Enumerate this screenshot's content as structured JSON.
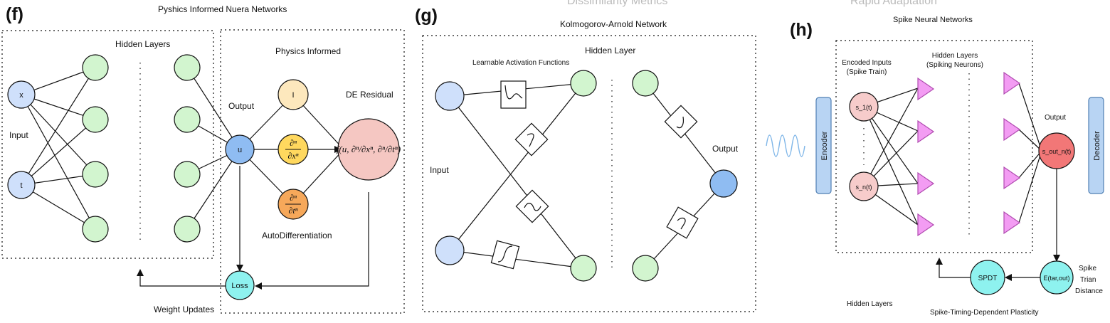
{
  "panels": {
    "f": {
      "tag": "(f)",
      "title": "Pyshics Informed Nuera Networks",
      "hidden_layers": "Hidden Layers",
      "input": "Input",
      "output": "Output",
      "physics_informed": "Physics Informed",
      "de_residual": "DE Residual",
      "auto_differentiation": "AutoDifferentiation",
      "weight_updates": "Weight Updates",
      "nodes": {
        "x": "x",
        "t": "t",
        "u": "u",
        "identity": "I",
        "loss": "Loss"
      },
      "residual_expr": "f(u, ∂ⁿ/∂xⁿ, ∂ⁿ/∂tⁿ)",
      "dx": {
        "num": "∂ⁿ",
        "den": "∂xⁿ"
      },
      "dt": {
        "num": "∂ⁿ",
        "den": "∂tⁿ"
      }
    },
    "g": {
      "tag": "(g)",
      "header_cut": "Dissimilarity Metrics",
      "title": "Kolmogorov-Arnold Network",
      "hidden_layer": "Hidden Layer",
      "learnable": "Learnable Activation Functions",
      "input": "Input",
      "output": "Output"
    },
    "h": {
      "tag": "(h)",
      "header_cut": "Rapid Adaptation",
      "title": "Spike Neural Networks",
      "encoded_inputs_1": "Encoded Inputs",
      "encoded_inputs_2": "(Spike Train)",
      "hidden_layers_1": "Hidden Layers",
      "hidden_layers_2": "(Spiking Neurons)",
      "output": "Output",
      "encoder": "Encoder",
      "decoder": "Decoder",
      "s1": "s_1(t)",
      "sn": "s_n(t)",
      "s_out": "s_out_n(t)",
      "e_tar": "E(tar,out)",
      "spdt": "SPDT",
      "distance_1": "Spike",
      "distance_2": "Trian",
      "distance_3": "Distance",
      "hidden_layers_bottom": "Hidden Layers",
      "stdp": "Spike-Timing-Dependent Plasticity"
    }
  },
  "colors": {
    "input_blue": "#cfe0fb",
    "hidden_green": "#d2f5cf",
    "output_blue": "#8fbcf2",
    "identity_yellow": "#fde8bd",
    "dx_yellow": "#ffd85e",
    "dt_orange": "#f6a85a",
    "residual_pink": "#f5c7c2",
    "loss_cyan": "#8ef2ef",
    "spike_pink": "#f7cccb",
    "triangle_magenta": "#f39cf3",
    "out_red": "#f27777",
    "coder_blue": "#b8d4f3"
  }
}
